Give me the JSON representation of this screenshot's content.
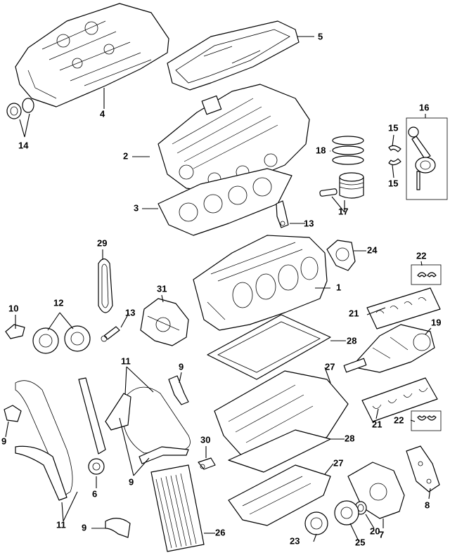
{
  "callouts": [
    {
      "text": "1"
    },
    {
      "text": "2"
    },
    {
      "text": "3"
    },
    {
      "text": "4"
    },
    {
      "text": "5"
    },
    {
      "text": "6"
    },
    {
      "text": "7"
    },
    {
      "text": "8"
    },
    {
      "text": "9"
    },
    {
      "text": "9"
    },
    {
      "text": "9"
    },
    {
      "text": "9"
    },
    {
      "text": "10"
    },
    {
      "text": "11"
    },
    {
      "text": "11"
    },
    {
      "text": "12"
    },
    {
      "text": "13"
    },
    {
      "text": "13"
    },
    {
      "text": "14"
    },
    {
      "text": "15"
    },
    {
      "text": "15"
    },
    {
      "text": "16"
    },
    {
      "text": "17"
    },
    {
      "text": "18"
    },
    {
      "text": "19"
    },
    {
      "text": "20"
    },
    {
      "text": "21"
    },
    {
      "text": "21"
    },
    {
      "text": "22"
    },
    {
      "text": "22"
    },
    {
      "text": "23"
    },
    {
      "text": "24"
    },
    {
      "text": "25"
    },
    {
      "text": "26"
    },
    {
      "text": "27"
    },
    {
      "text": "27"
    },
    {
      "text": "28"
    },
    {
      "text": "28"
    },
    {
      "text": "29"
    },
    {
      "text": "30"
    },
    {
      "text": "31"
    }
  ]
}
